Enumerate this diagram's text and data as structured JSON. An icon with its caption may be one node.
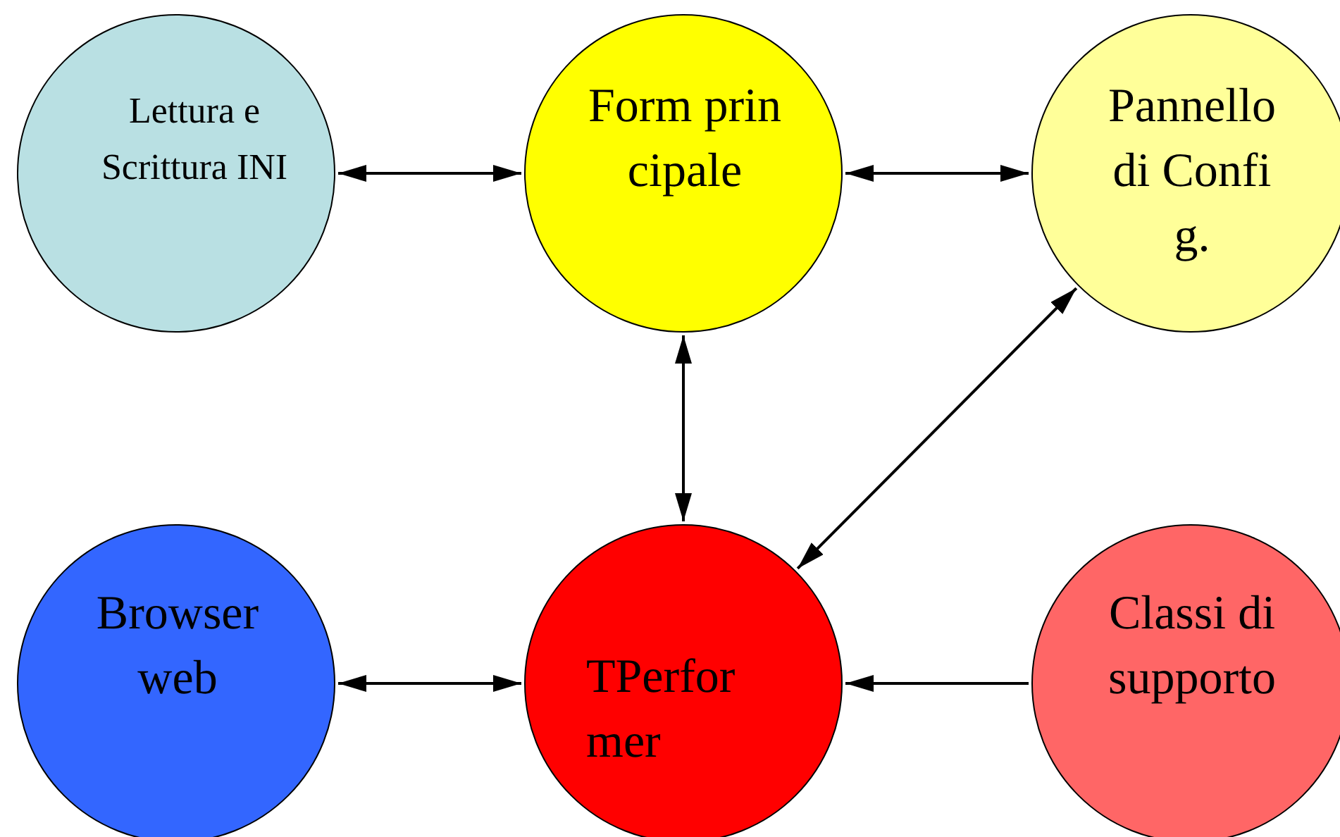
{
  "diagram": {
    "nodes": [
      {
        "text": [
          "Lettura e Scrittura INI"
        ]
      },
      {
        "text": [
          "Form principale"
        ]
      },
      {
        "text": [
          "Pannello di Config."
        ]
      },
      {
        "text": [
          "Browser web"
        ]
      },
      {
        "text": [
          "TPerformer"
        ]
      },
      {
        "text": [
          "Classi di supporto"
        ]
      }
    ],
    "edges": [
      {
        "from": 0,
        "to": 1,
        "arrow": "both"
      },
      {
        "from": 1,
        "to": 2,
        "arrow": "both"
      },
      {
        "from": 1,
        "to": 4,
        "arrow": "both"
      },
      {
        "from": 2,
        "to": 4,
        "arrow": "both"
      },
      {
        "from": 3,
        "to": 4,
        "arrow": "both"
      },
      {
        "from": 5,
        "to": 4,
        "arrow": "to"
      }
    ]
  }
}
